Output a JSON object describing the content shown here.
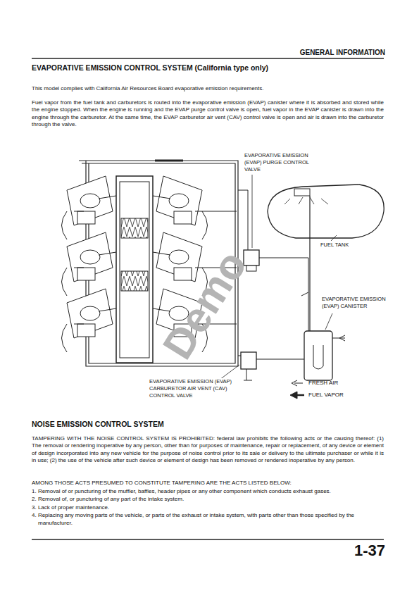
{
  "diagram": {
    "title": "EVAPORATIVE EMISSION CONTROL SYSTEM (California type only)",
    "labels": [
      "GENERAL INFORMATION",
      "This model complies with California Air Resources Board evaporative emission requirements.",
      "Fuel vapor from the fuel tank and carburetors is routed into the evaporative emission (EVAP) canister where it is absorbed and stored while the engine stopped. When the engine is running and the EVAP purge control valve is open, fuel vapor in the EVAP canister is drawn into the engine through the carburetor. At the same time, the EVAP carburetor air vent (CAV) control valve is open and air is drawn into the carburetor through the valve.",
      "EVAPORATIVE EMISSION (EVAP) PURGE CONTROL VALVE",
      "FUEL TANK",
      "EVAPORATIVE EMISSION (EVAP) CANISTER",
      "EVAPORATIVE EMISSION (EVAP) CARBURETOR AIR VENT (CAV) CONTROL VALVE",
      "NOISE EMISSION CONTROL SYSTEM",
      "TAMPERING WITH THE NOISE CONTROL SYSTEM IS PROHIBITED: federal law prohibits the following acts or the causing thereof: (1) The removal or rendering inoperative by any person, other than for purposes of maintenance, repair or replacement, of any device or element of design incorporated into any new vehicle for the purpose of noise control prior to its sale or delivery to the ultimate purchaser or while it is in use; (2) the use of the vehicle after such device or element of design has been removed or rendered inoperative by any person.",
      "AMONG THOSE ACTS PRESUMED TO CONSTITUTE TAMPERING ARE THE ACTS LISTED BELOW:",
      "1. Removal of or puncturing of the muffler, baffles, header pipes or any other component which conducts exhaust gases.",
      "2. Removal of, or puncturing of any part of the intake system.",
      "3. Lack of proper maintenance.",
      "4. Replacing any moving parts of the vehicle, or parts of the exhaust or intake system, with parts other than those specified by the manufacturer.",
      "1-37",
      "Demo"
    ],
    "legend": [
      {
        "text": "FRESH AIR"
      },
      {
        "text": "FUEL VAPOR"
      }
    ]
  }
}
